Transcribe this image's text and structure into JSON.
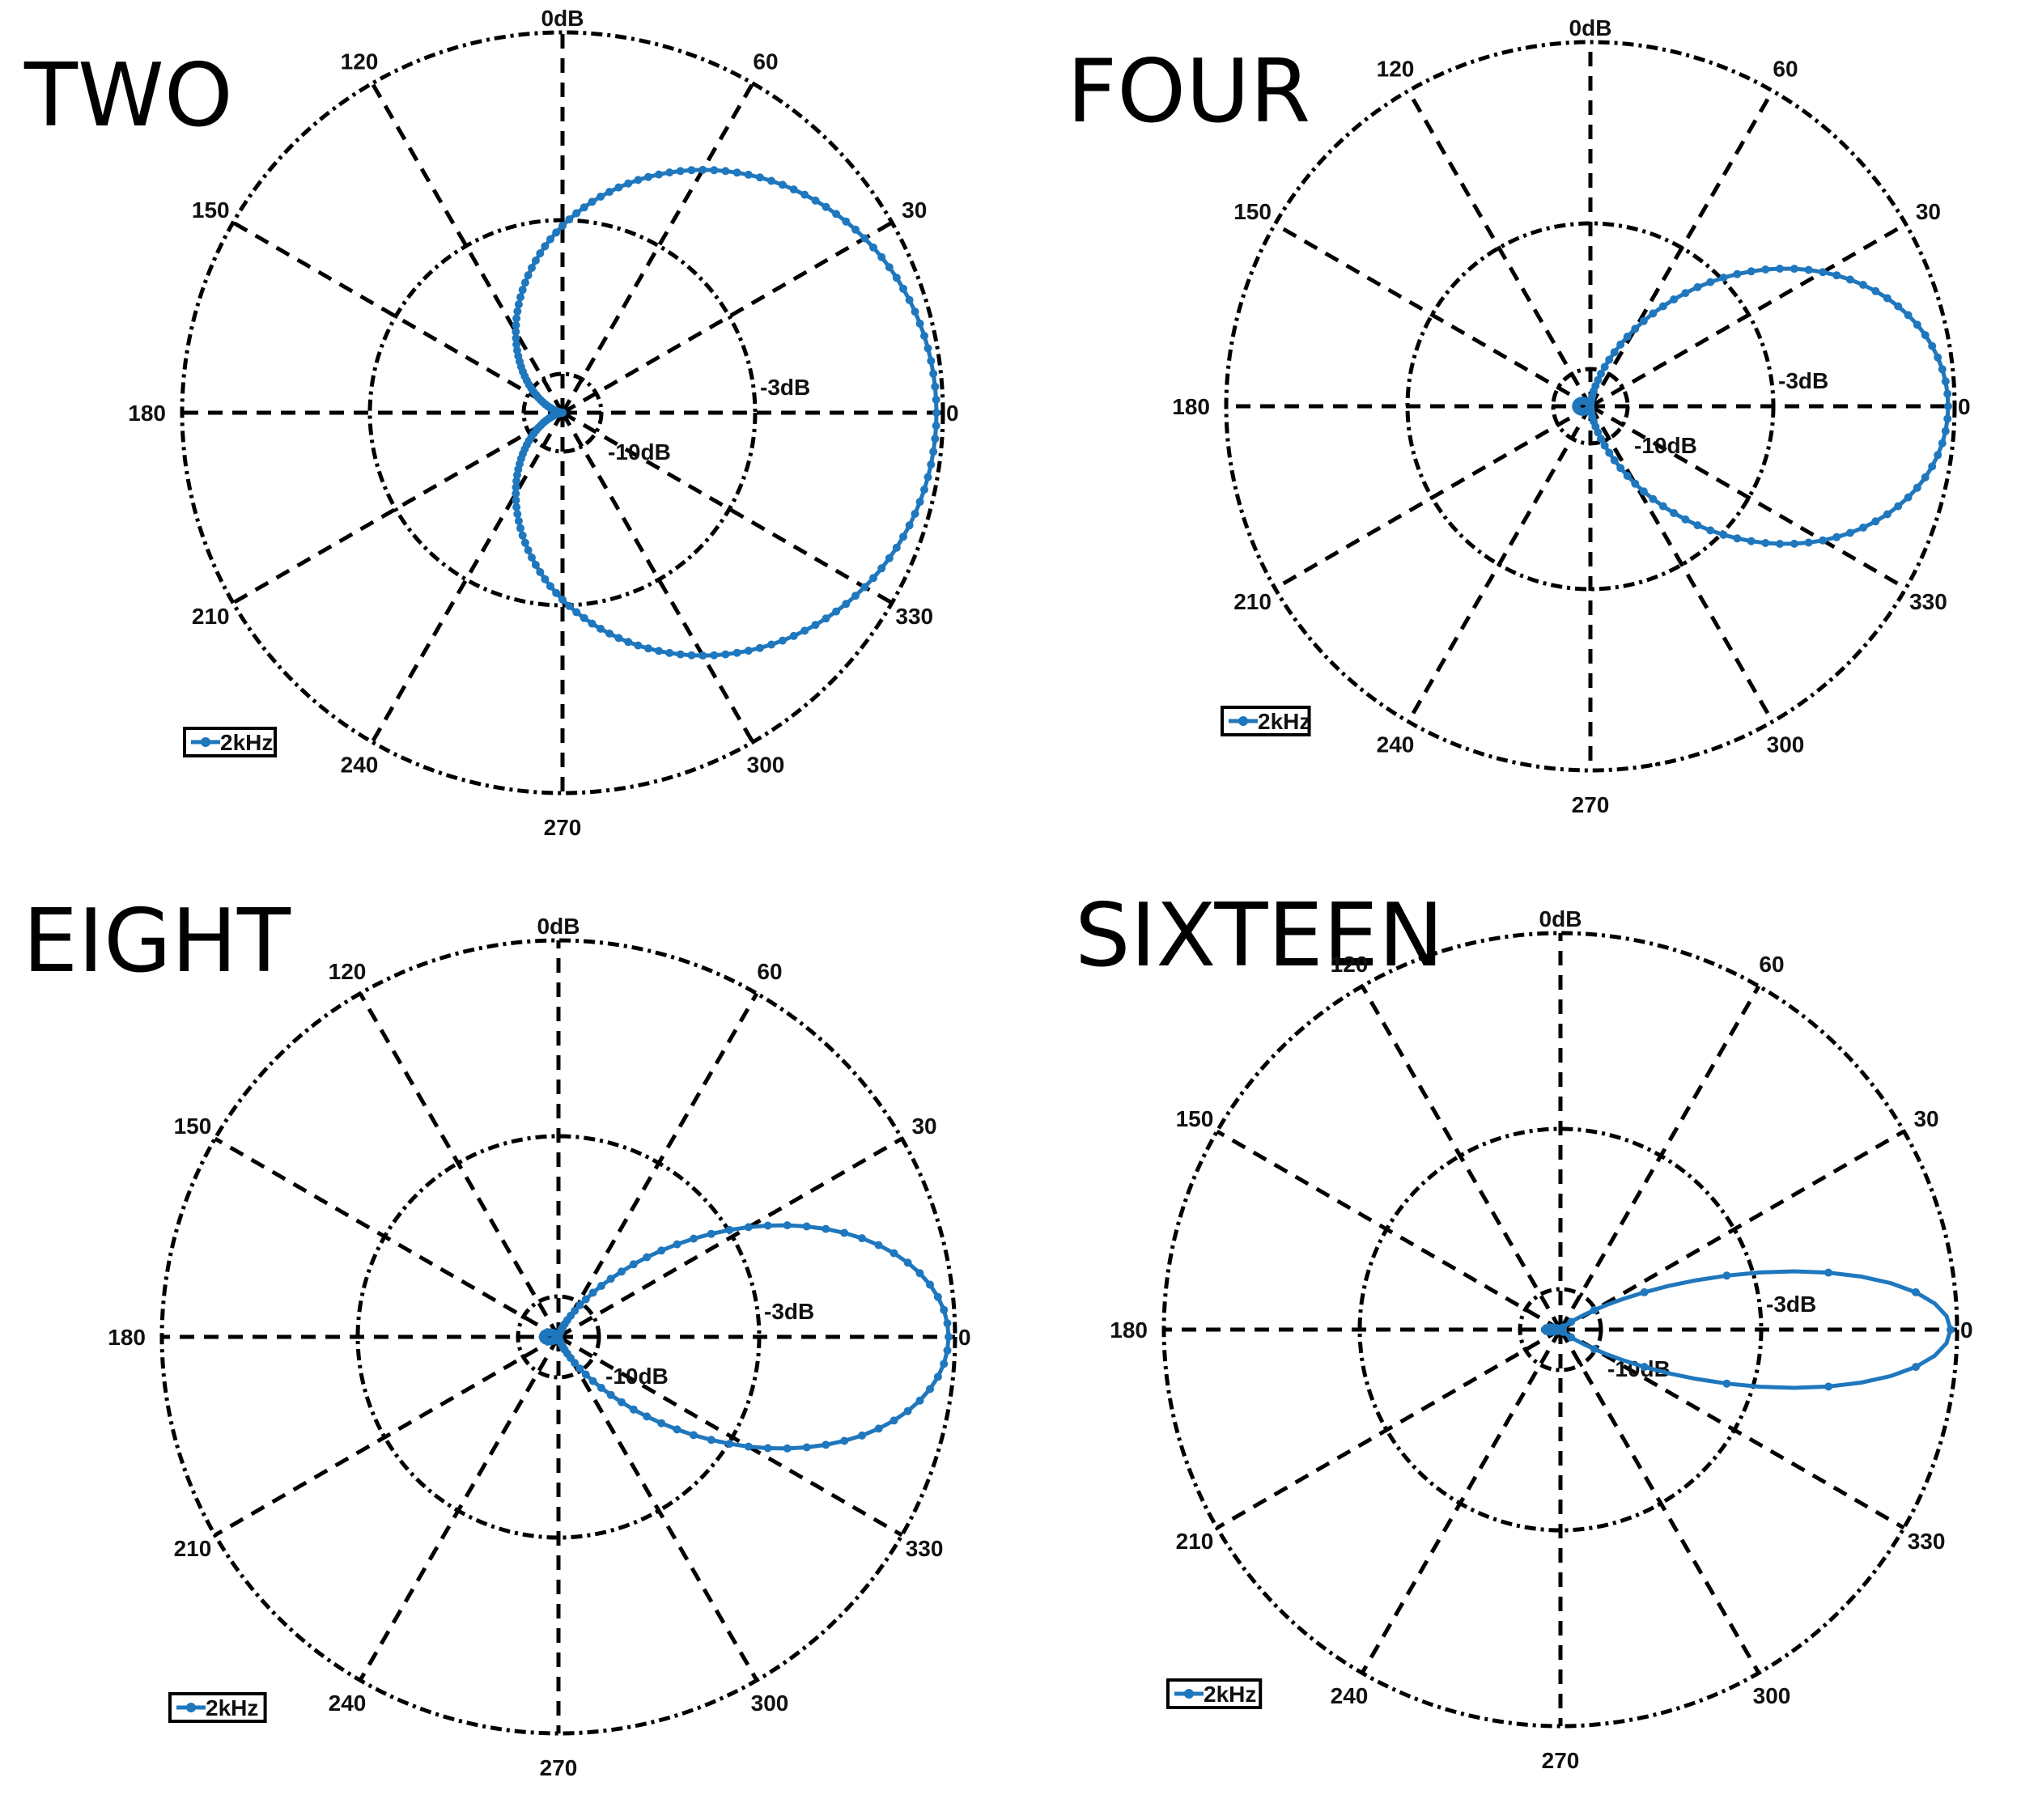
{
  "chart_data": [
    {
      "type": "polar-line",
      "title": "TWO",
      "series": [
        {
          "name": "2kHz",
          "pattern": "cardioid",
          "order": 1
        }
      ],
      "rings": [
        "0dB",
        "-3dB",
        "-10dB"
      ],
      "angle_labels": [
        "0",
        "30",
        "60",
        "120",
        "150",
        "180",
        "210",
        "240",
        "270",
        "300",
        "330"
      ],
      "color": "#1f77bd",
      "legend_position": "bottom-left"
    },
    {
      "type": "polar-line",
      "title": "FOUR",
      "series": [
        {
          "name": "2kHz",
          "pattern": "cos^2 lobe",
          "order": 2
        }
      ],
      "rings": [
        "0dB",
        "-3dB",
        "-10dB"
      ],
      "angle_labels": [
        "0",
        "30",
        "60",
        "120",
        "150",
        "180",
        "210",
        "240",
        "270",
        "300",
        "330"
      ],
      "color": "#1f77bd",
      "legend_position": "bottom-left"
    },
    {
      "type": "polar-line",
      "title": "EIGHT",
      "series": [
        {
          "name": "2kHz",
          "pattern": "cos^4 lobe",
          "order": 4
        }
      ],
      "rings": [
        "0dB",
        "-3dB",
        "-10dB"
      ],
      "angle_labels": [
        "0",
        "30",
        "60",
        "120",
        "150",
        "180",
        "210",
        "240",
        "270",
        "300",
        "330"
      ],
      "color": "#1f77bd",
      "legend_position": "bottom-left"
    },
    {
      "type": "polar-line",
      "title": "SIXTEEN",
      "series": [
        {
          "name": "2kHz",
          "pattern": "cos^16 lobe",
          "order": 16
        }
      ],
      "rings": [
        "0dB",
        "-3dB",
        "-10dB"
      ],
      "angle_labels": [
        "0",
        "30",
        "60",
        "120",
        "150",
        "180",
        "210",
        "240",
        "270",
        "300",
        "330"
      ],
      "color": "#1f77bd",
      "legend_position": "bottom-left"
    }
  ]
}
